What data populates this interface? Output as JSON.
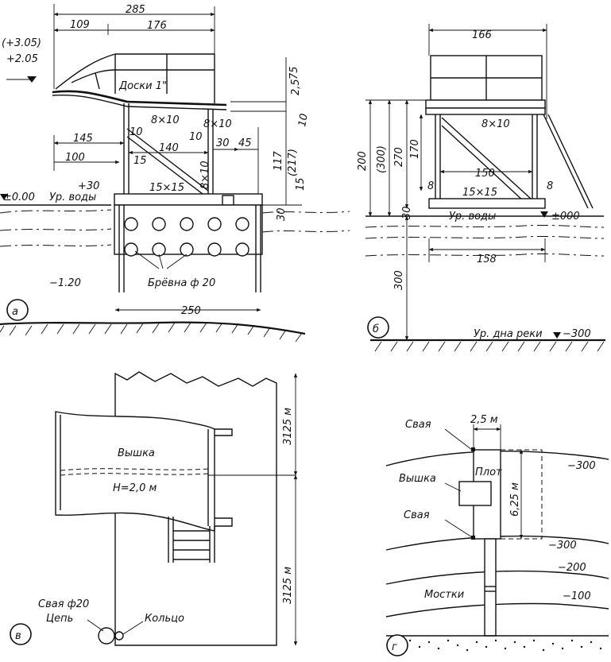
{
  "panel_a": {
    "badge": "а",
    "dim_total": "285",
    "dim_left": "109",
    "dim_right": "176",
    "elev_top": "(+3.05)",
    "elev_deck": "+2.05",
    "boards": "Доски 1\"",
    "dim_75": "75",
    "dim_25": "2,5",
    "dim_10r": "10",
    "beam_left": "8×10",
    "beam_right": "8×10",
    "col_10": "10",
    "dim_145": "145",
    "dim_140": "140",
    "dim_10b": "10",
    "dim_30": "30",
    "dim_45": "45",
    "dim_117": "117",
    "dim_217": "(217)",
    "dim_100": "100",
    "dim_15a": "15",
    "dim_15b": "15",
    "post_8x10": "8×10",
    "dim_30w": "+30",
    "elev_zero": "±0.00",
    "water_level": "Ур. воды",
    "beam_15x15": "15×15",
    "dim_30b": "30",
    "elev_low": "−1.20",
    "logs": "Брёвна ф 20",
    "dim_250": "250"
  },
  "panel_b": {
    "badge": "б",
    "dim_166": "166",
    "beam": "8×10",
    "dim_200": "200",
    "dim_300p": "(300)",
    "dim_270": "270",
    "dim_170": "170",
    "dim_8l": "8",
    "dim_150": "150",
    "dim_8r": "8",
    "beam_15x15": "15×15",
    "dim_30": "30",
    "water_level": "Ур. воды",
    "elev_zero": "±000",
    "dim_158": "158",
    "dim_300": "300",
    "river_bed": "Ур. дна реки",
    "elev_bed": "−300"
  },
  "panel_v": {
    "badge": "в",
    "tower": "Вышка",
    "height": "H=2,0 м",
    "dim_top": "3125 м",
    "dim_bottom": "3125 м",
    "pile": "Свая ф20",
    "chain": "Цепь",
    "ring": "Кольцо"
  },
  "panel_g": {
    "badge": "г",
    "pile_top": "Свая",
    "dim_25": "2,5 м",
    "raft": "Плот",
    "tower": "Вышка",
    "dim_625": "6,25 м",
    "pile_bottom": "Свая",
    "iso_300a": "−300",
    "iso_300b": "−300",
    "iso_200": "−200",
    "iso_100": "−100",
    "bridge": "Мостки"
  }
}
